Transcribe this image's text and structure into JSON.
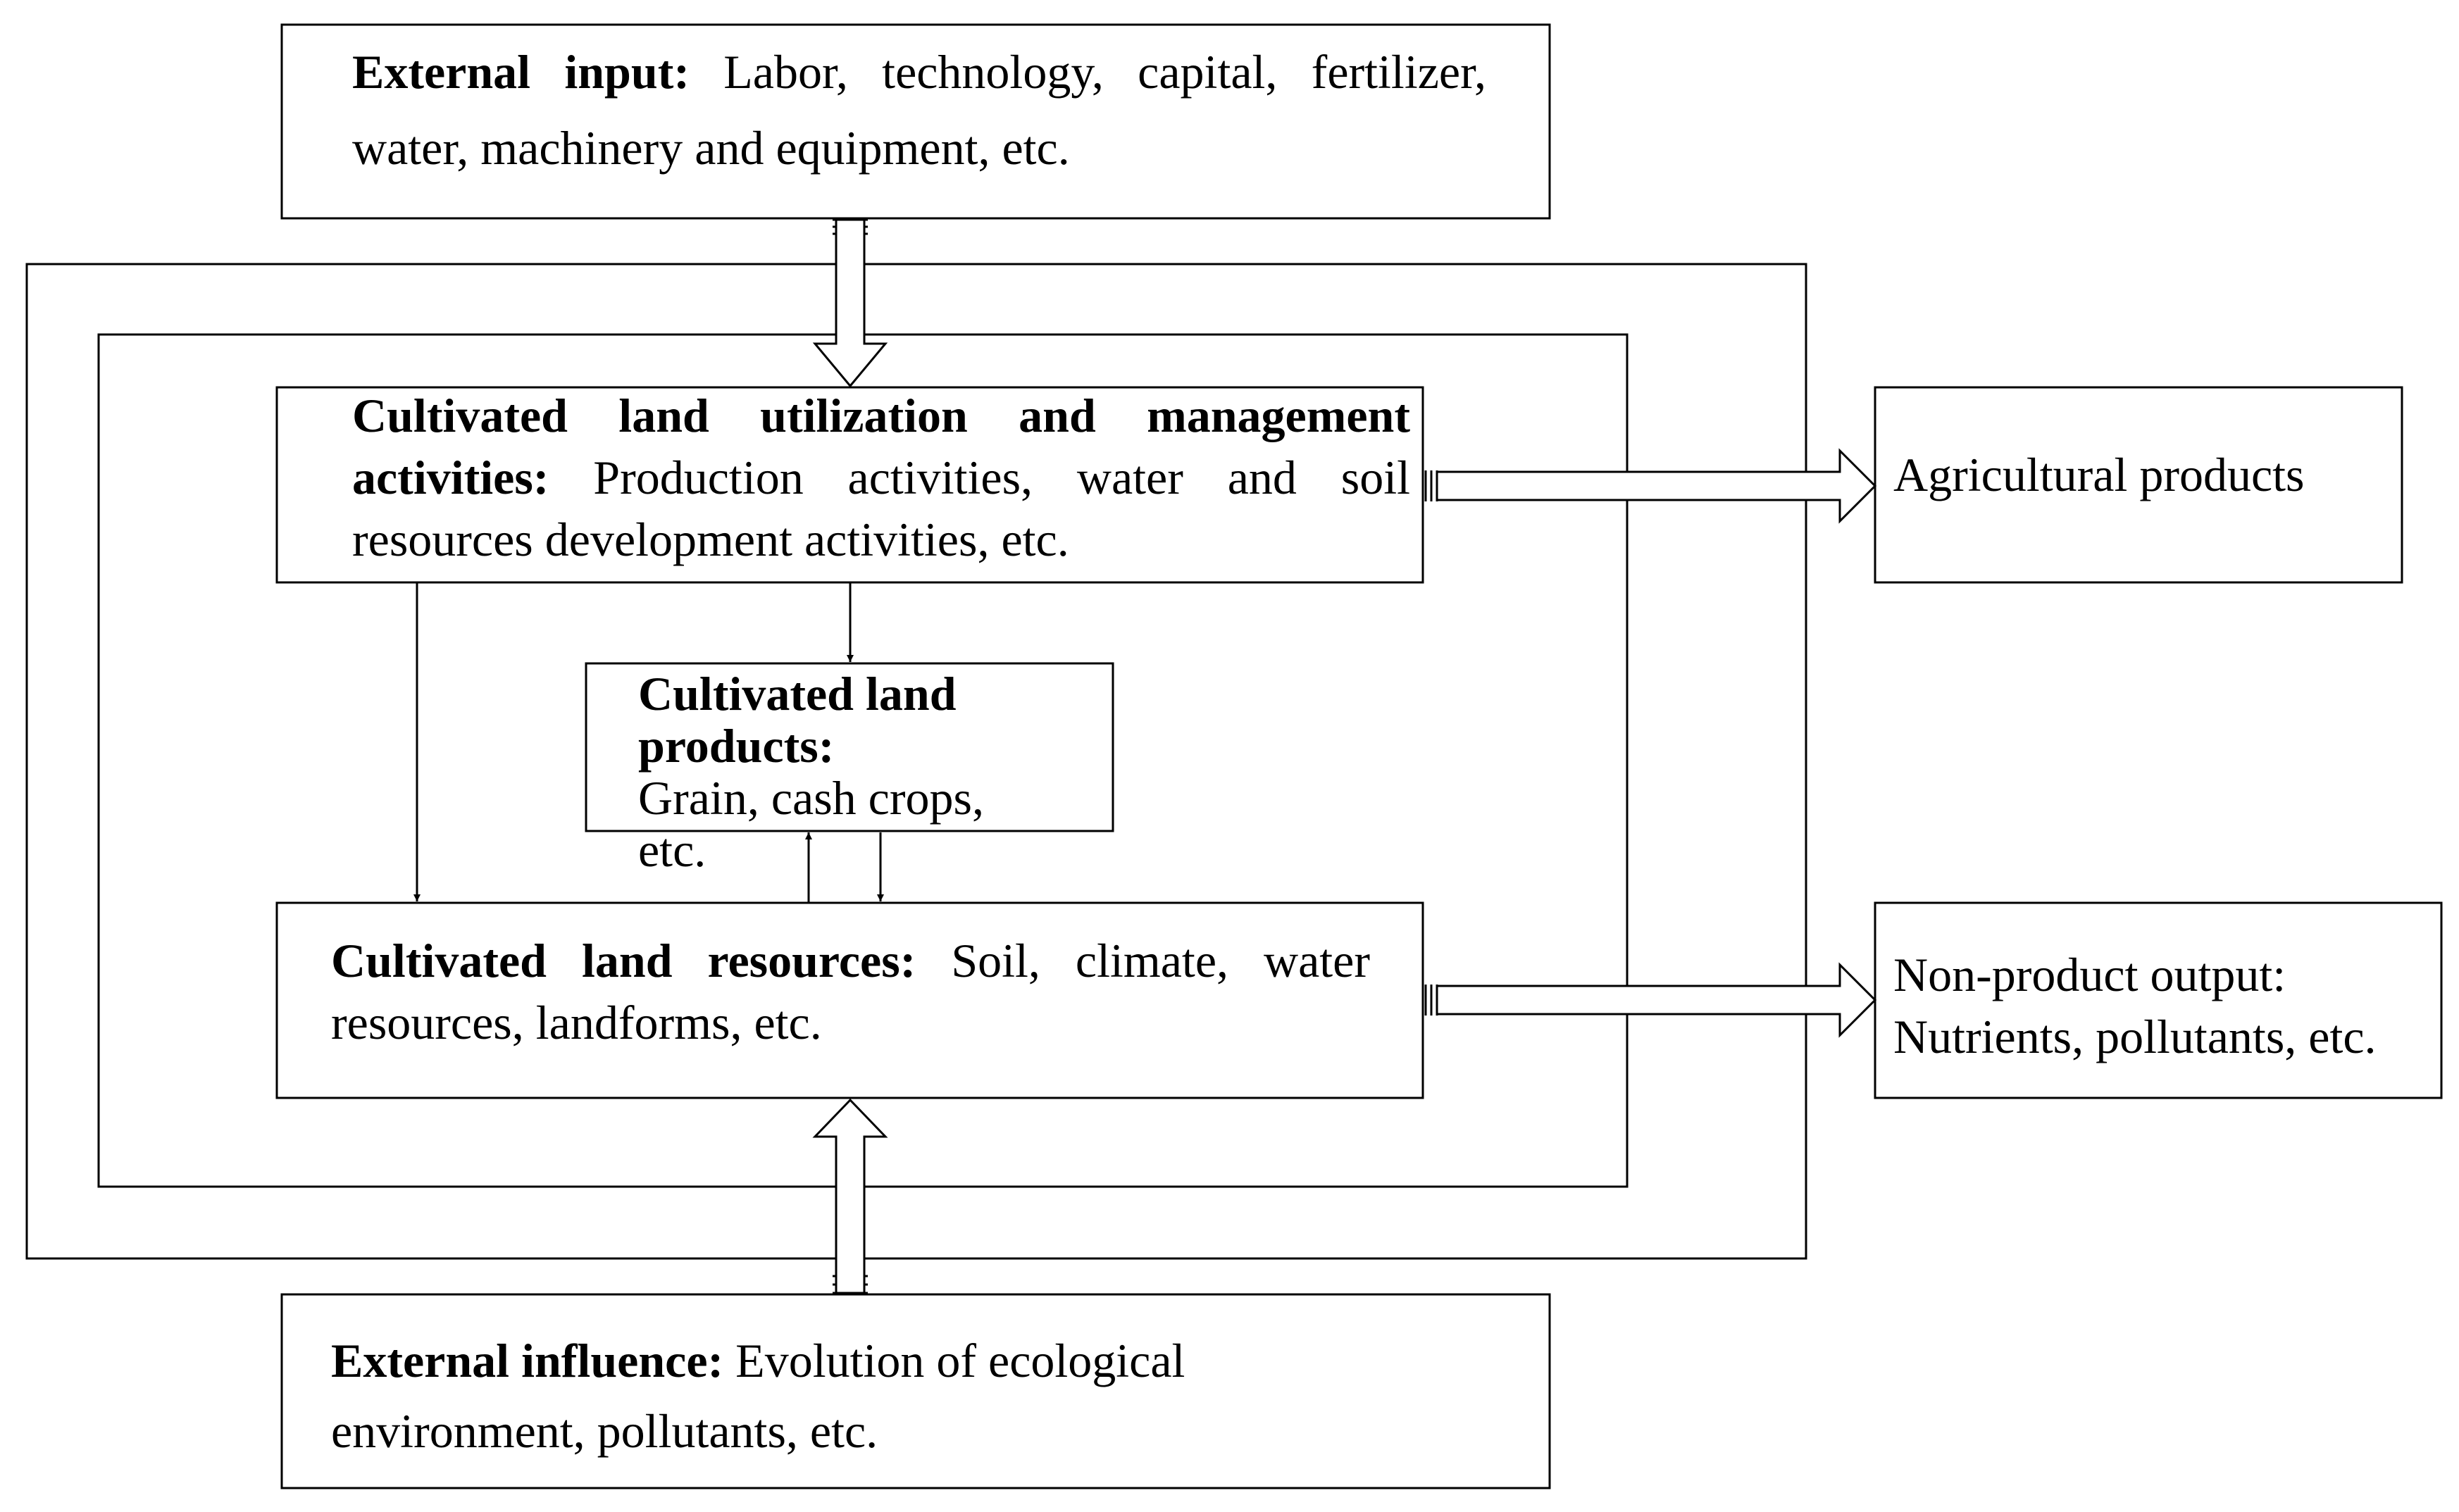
{
  "external_input": {
    "label": "External input:",
    "text": "Labor, technology, capital, fertilizer, water, machinery and equipment, etc."
  },
  "management": {
    "label": "Cultivated land utilization and management activities:",
    "text": "Production activities, water and soil resources development activities, etc."
  },
  "land_products": {
    "label": "Cultivated land products:",
    "text": "Grain, cash crops, etc."
  },
  "land_resources": {
    "label": "Cultivated land resources:",
    "text": "Soil, climate, water resources, landforms, etc."
  },
  "agricultural_products": {
    "text": "Agricultural products"
  },
  "non_product_output": {
    "line1": "Non-product output:",
    "line2": "Nutrients, pollutants, etc."
  },
  "external_influence": {
    "label": "External influence:",
    "text": "Evolution of ecological environment, pollutants, etc."
  },
  "colors": {
    "stroke": "#000000",
    "background": "#ffffff"
  }
}
